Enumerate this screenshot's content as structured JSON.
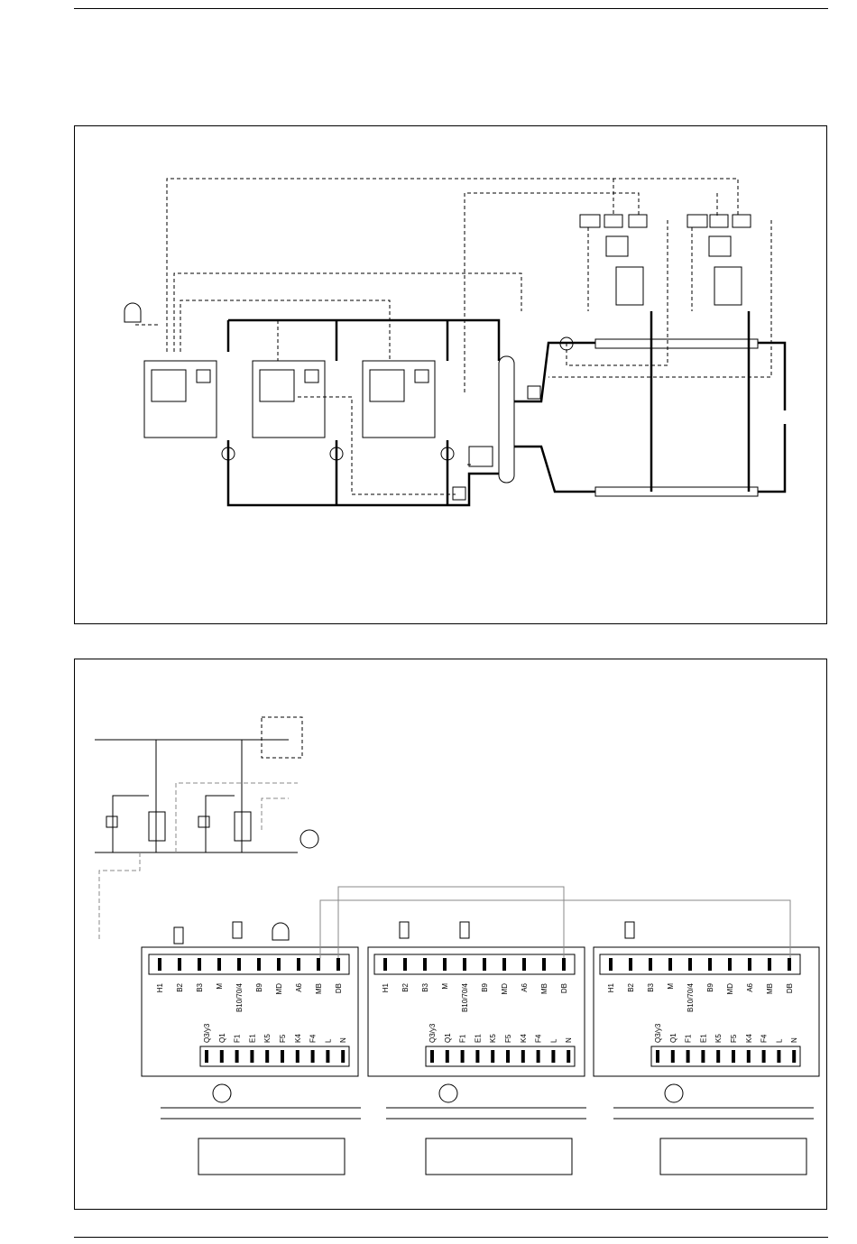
{
  "terminals_top": [
    "H1",
    "B2",
    "B3",
    "M",
    "B10/70/4",
    "B9",
    "MD",
    "A6",
    "MB",
    "DB"
  ],
  "terminals_bottom": [
    "Q3/y3",
    "Q1",
    "F1",
    "E1",
    "K5",
    "F5",
    "K4",
    "F4",
    "L",
    "N"
  ],
  "colors": {
    "line": "#000000",
    "dashed": "#000000",
    "gray_line": "#888888",
    "background": "#ffffff"
  },
  "icons": [
    "pump-icon",
    "valve-icon",
    "sensor-icon",
    "radiator-icon",
    "boiler-icon",
    "switch-icon",
    "thermostat-icon"
  ]
}
